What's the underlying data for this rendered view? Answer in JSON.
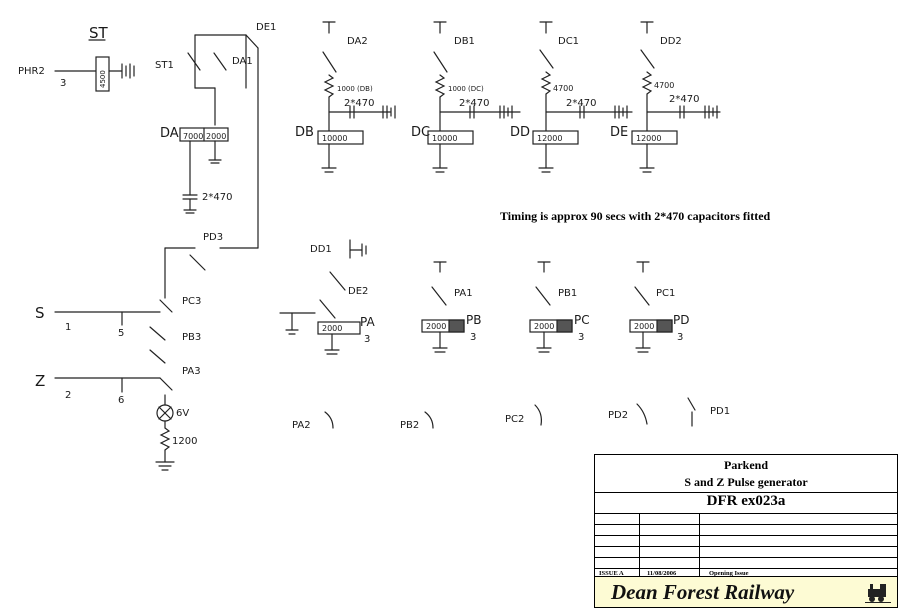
{
  "note": "Timing is approx 90 secs with 2*470 capacitors fitted",
  "title_block": {
    "line1": "Parkend",
    "line2": "S and Z Pulse generator",
    "drawing_no": "DFR ex023a",
    "issue": "ISSUE A",
    "date": "11/08/2006",
    "description": "Opening Issue",
    "company": "Dean Forest Railway"
  },
  "labels": {
    "ST": "ST",
    "ST1": "ST1",
    "PHR2": "PHR2",
    "PHR2_num": "3",
    "ST_coil": "4500",
    "DA": "DA",
    "DA1": "DA1",
    "DE1": "DE1",
    "DA_coil_left": "7000",
    "DA_coil_right": "2000",
    "cap_2x470": "2*470",
    "PD3": "PD3",
    "PC3": "PC3",
    "PB3": "PB3",
    "PA3": "PA3",
    "S": "S",
    "Z": "Z",
    "S_num": "1",
    "Z_num": "2",
    "S_tag": "5",
    "Z_tag": "6",
    "lamp": "6V",
    "res_1200": "1200",
    "DA2": "DA2",
    "DB1": "DB1",
    "DC1": "DC1",
    "DD2": "DD2",
    "DB": "DB",
    "DC": "DC",
    "DD": "DD",
    "DE": "DE",
    "res_1000_DB": "1000 (DB)",
    "res_1000_DC": "1000 (DC)",
    "res_4700": "4700",
    "coil_10000": "10000",
    "coil_12000": "12000",
    "DD1": "DD1",
    "DE2": "DE2",
    "PA": "PA",
    "PB": "PB",
    "PC": "PC",
    "PD": "PD",
    "PA1": "PA1",
    "PB1": "PB1",
    "PC1": "PC1",
    "coil_2000": "2000",
    "coil_num_3": "3",
    "PA2": "PA2",
    "PB2": "PB2",
    "PC2": "PC2",
    "PD2": "PD2",
    "PD1": "PD1"
  }
}
